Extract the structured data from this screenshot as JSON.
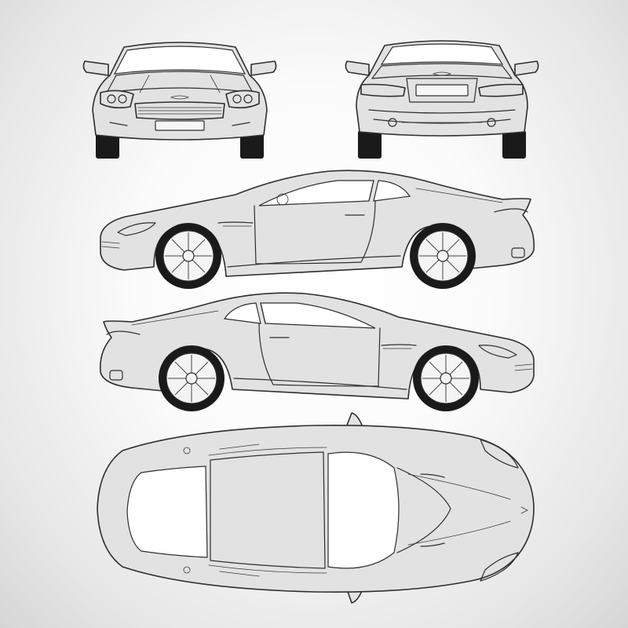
{
  "illustration": {
    "views": [
      "front",
      "rear",
      "left-side",
      "right-side",
      "top"
    ]
  },
  "colors": {
    "background": "#f4f4f4",
    "car_body": "#e2e2e2",
    "outline": "#2e2e2e",
    "glass": "#ffffff",
    "tyre": "#1a1a1a"
  }
}
